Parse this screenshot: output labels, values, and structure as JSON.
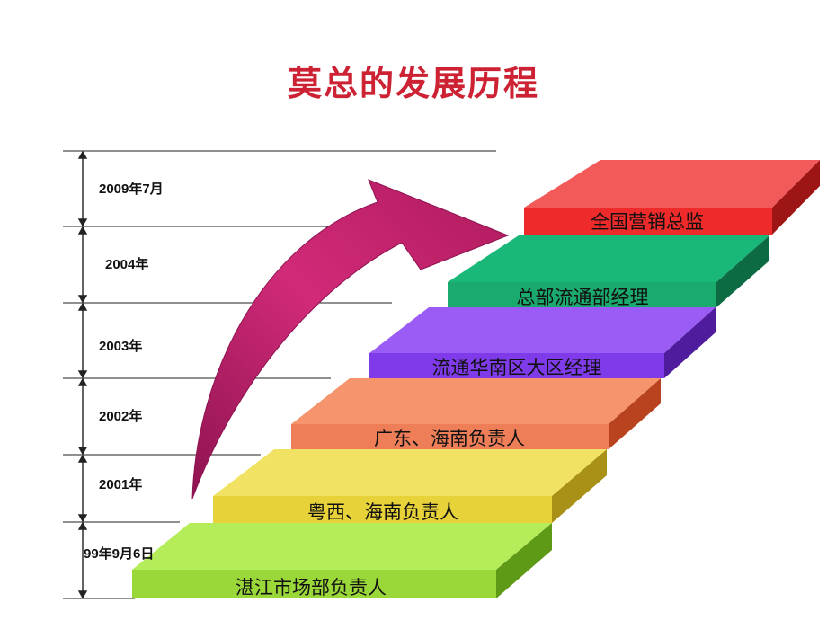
{
  "title": "莫总的发展历程",
  "timeline": [
    {
      "label": "2009年7月"
    },
    {
      "label": "2004年"
    },
    {
      "label": "2003年"
    },
    {
      "label": "2002年"
    },
    {
      "label": "2001年"
    },
    {
      "label": "99年9月6日"
    }
  ],
  "steps": [
    {
      "label": "全国营销总监",
      "color": "#ee2a2a"
    },
    {
      "label": "总部流通部经理",
      "color": "#1aaa6e"
    },
    {
      "label": "流通华南区大区经理",
      "color": "#7f3bea"
    },
    {
      "label": "广东、海南负责人",
      "color": "#ee7e58"
    },
    {
      "label": "粤西、海南负责人",
      "color": "#e8d23a"
    },
    {
      "label": "湛江市场部负责人",
      "color": "#9ad83a"
    }
  ],
  "colors": {
    "title": "#cc2233",
    "arrow": "#c21e66"
  }
}
